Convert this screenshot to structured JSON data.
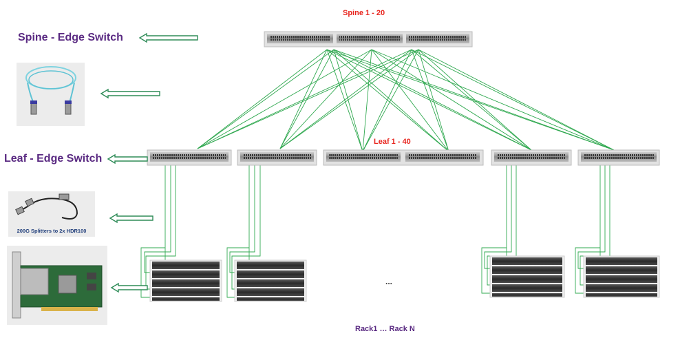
{
  "labels": {
    "spine_count": "Spine 1 - 20",
    "leaf_count": "Leaf 1 - 40",
    "spine_edge": "Spine  - Edge Switch",
    "leaf_edge": "Leaf - Edge Switch",
    "splitter_caption": "200G Splitters to 2x HDR100",
    "ellipsis": "...",
    "racks": "Rack1  …  Rack N"
  },
  "colors": {
    "link_green": "#2fa84f",
    "arrow_green": "#2e8b57",
    "label_purple": "#5a2a82",
    "label_red": "#e8261f"
  },
  "icons": [
    "edge-switch-icon",
    "aoc-cable-icon",
    "splitter-cable-icon",
    "hca-card-icon",
    "server-icon"
  ]
}
